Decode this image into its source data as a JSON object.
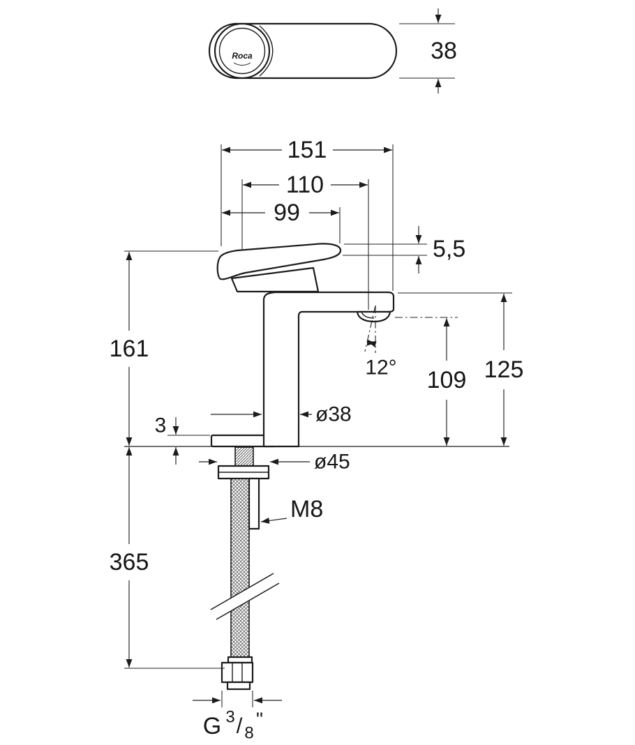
{
  "brand": "Roca",
  "dims": {
    "handle_height": "38",
    "overall_length": "151",
    "spout_reach": "110",
    "lever_length": "99",
    "lever_tip_thickness": "5,5",
    "height_to_lever": "161",
    "stream_angle": "12°",
    "outlet_height": "109",
    "spout_height": "125",
    "body_diameter": "ø38",
    "base_thickness": "3",
    "base_diameter": "ø45",
    "stud_thread": "M8",
    "hose_length": "365",
    "conn_prefix": "G",
    "conn_numerator": "3",
    "conn_slash": "/",
    "conn_denominator": "8",
    "conn_inches": "\""
  }
}
